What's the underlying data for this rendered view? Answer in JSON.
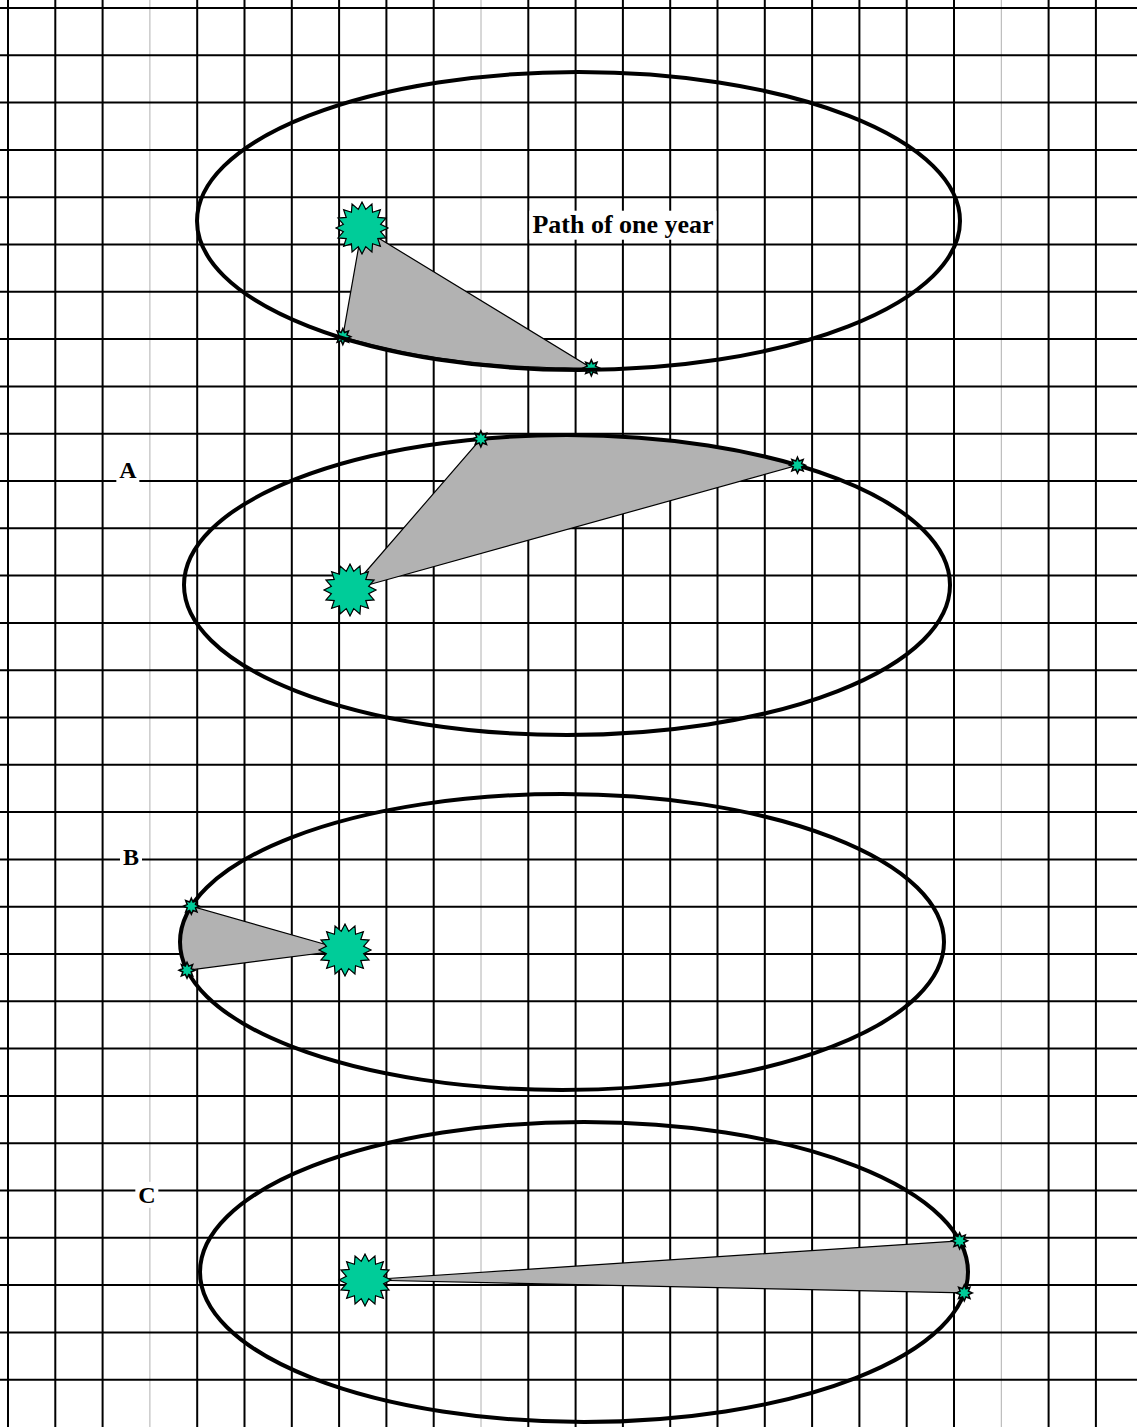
{
  "diagram": {
    "nodes": [
      {
        "text": [
          "Path of one year"
        ]
      }
    ],
    "labels": [
      "A",
      "B",
      "C"
    ]
  }
}
